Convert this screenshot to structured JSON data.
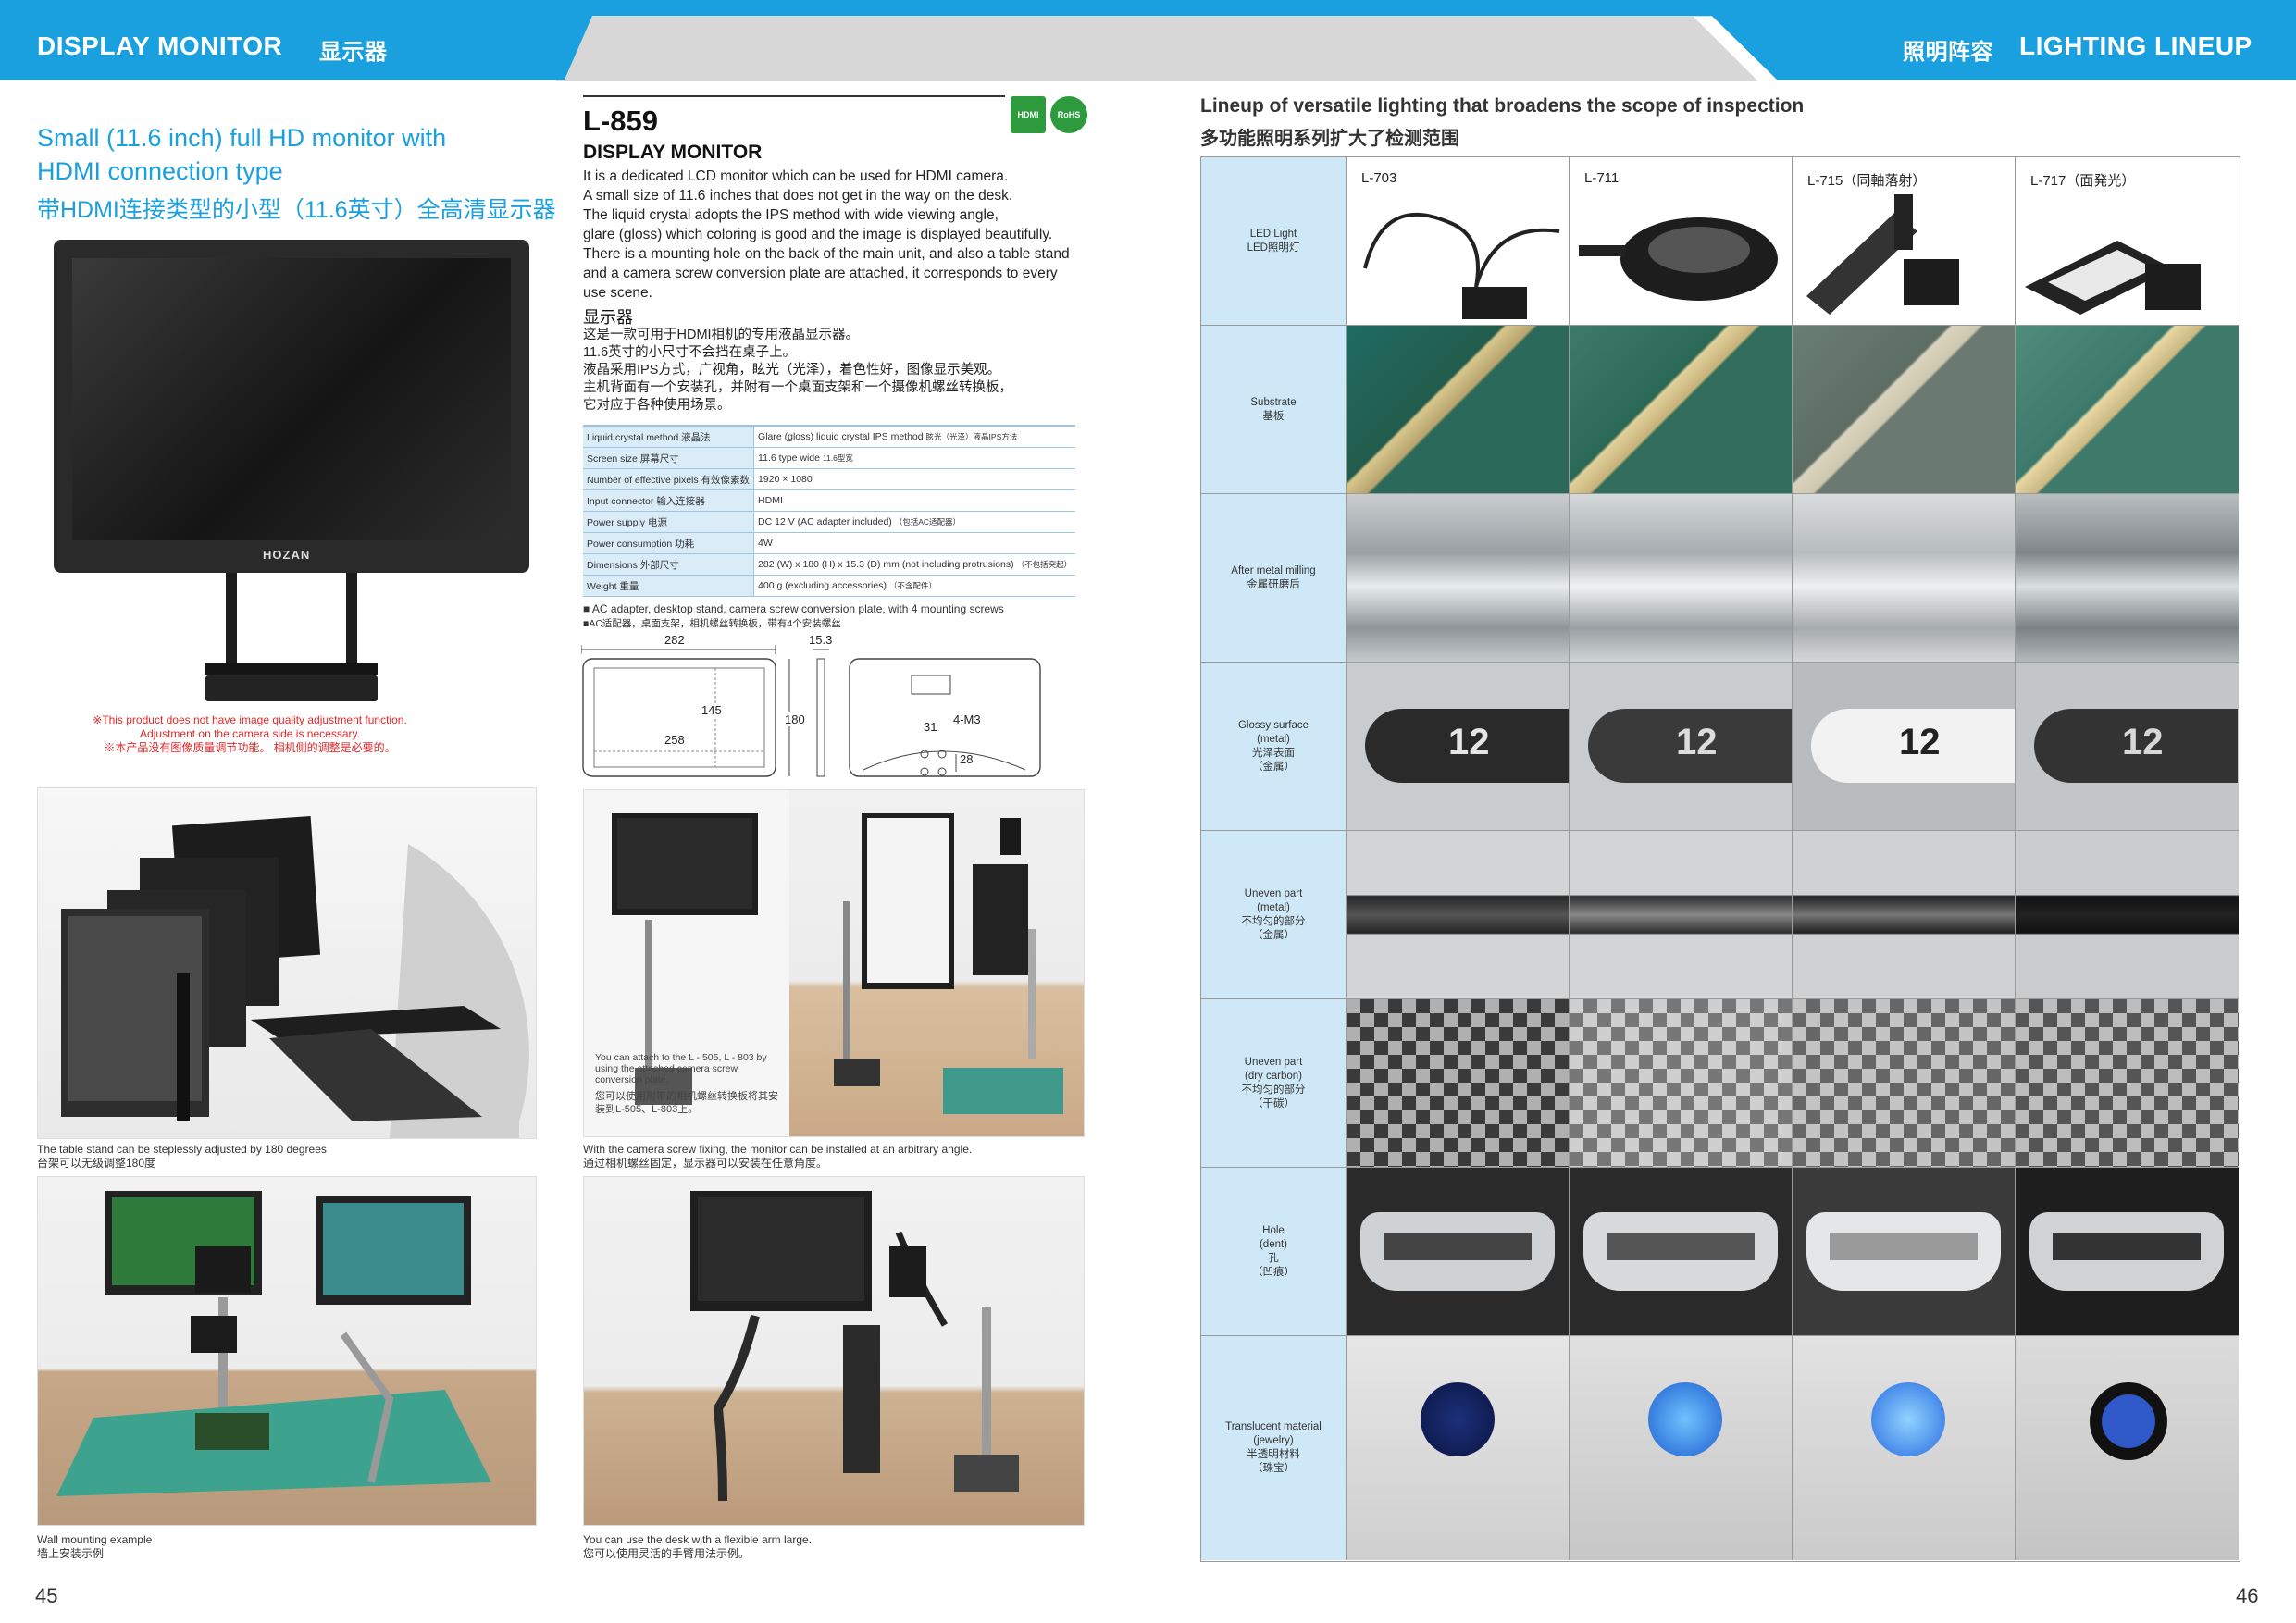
{
  "header": {
    "left_title_en": "DISPLAY MONITOR",
    "left_title_zh": "显示器",
    "right_title_zh": "照明阵容",
    "right_title_en": "LIGHTING LINEUP"
  },
  "left_page": {
    "headline_en_1": "Small (11.6 inch) full HD monitor with",
    "headline_en_2": "HDMI connection type",
    "headline_zh": "带HDMI连接类型的小型（11.6英寸）全高清显示器",
    "monitor_brand": "HOZAN",
    "note_1": "※This product does not have image quality adjustment function.",
    "note_2": "Adjustment on the camera side is necessary.",
    "note_3": "※本产品没有图像质量调节功能。 相机侧的调整是必要的。",
    "caption_stand_en": "The table stand can be steplessly adjusted by 180 degrees",
    "caption_stand_zh": "台架可以无级调整180度",
    "caption_wall_en": "Wall mounting example",
    "caption_wall_zh": "墙上安装示例",
    "page_number": "45"
  },
  "product": {
    "model": "L-859",
    "name": "DISPLAY MONITOR",
    "badges": [
      "HDMI",
      "RoHS"
    ],
    "desc_en": [
      "It is a dedicated LCD monitor which can be used for HDMI camera.",
      "A small size of 11.6 inches that does not get in the way on the desk.",
      "The liquid crystal adopts the IPS method with wide viewing angle,",
      "glare (gloss) which coloring is good and the image is displayed beautifully.",
      "There is a mounting hole on the back of the main unit, and also a table stand",
      "and a camera screw conversion plate are attached, it corresponds to every",
      "use scene."
    ],
    "name_zh": "显示器",
    "desc_zh": [
      "这是一款可用于HDMI相机的专用液晶显示器。",
      "11.6英寸的小尺寸不会挡在桌子上。",
      "液晶采用IPS方式，广视角，眩光（光泽），着色性好，图像显示美观。",
      "主机背面有一个安装孔，并附有一个桌面支架和一个摄像机螺丝转换板，",
      "它对应于各种使用场景。"
    ],
    "specs": [
      {
        "k": "Liquid crystal method",
        "kz": "液晶法",
        "v": "Glare (gloss) liquid crystal IPS method",
        "vz": "眩光（光泽）液晶IPS方法"
      },
      {
        "k": "Screen size",
        "kz": "屏幕尺寸",
        "v": "11.6 type wide",
        "vz": "11.6型宽"
      },
      {
        "k": "Number of effective pixels",
        "kz": "有效像素数",
        "v": "1920 × 1080",
        "vz": ""
      },
      {
        "k": "Input connector",
        "kz": "输入连接器",
        "v": "HDMI",
        "vz": ""
      },
      {
        "k": "Power supply",
        "kz": "电源",
        "v": "DC 12 V (AC adapter included)",
        "vz": "（包括AC适配器）"
      },
      {
        "k": "Power consumption",
        "kz": "功耗",
        "v": "4W",
        "vz": ""
      },
      {
        "k": "Dimensions",
        "kz": "外部尺寸",
        "v": "282 (W) x 180 (H) x 15.3 (D) mm (not including protrusions)",
        "vz": "（不包括突起）"
      },
      {
        "k": "Weight",
        "kz": "重量",
        "v": "400 g (excluding accessories)",
        "vz": "（不含配件）"
      }
    ],
    "accessory_en": "■ AC adapter, desktop stand, camera screw conversion plate, with 4 mounting screws",
    "accessory_zh": "■AC适配器，桌面支架，相机螺丝转换板，带有4个安装螺丝",
    "dims": {
      "w": "282",
      "d": "15.3",
      "h": "180",
      "inner_h": "145",
      "inner_w": "258",
      "hole": "31",
      "thread": "4-M3",
      "hole_v": "28"
    },
    "attach_note_en": "You can attach to the L - 505, L - 803 by using the attached camera screw conversion plate.",
    "attach_note_zh": "您可以使用附带的相机螺丝转换板将其安装到L-505、L-803上。",
    "caption_screw_en": "With the camera screw fixing, the monitor can be installed at an arbitrary angle.",
    "caption_screw_zh": "通过相机螺丝固定，显示器可以安装在任意角度。",
    "caption_arm_en": "You can use the desk with a flexible arm large.",
    "caption_arm_zh": "您可以使用灵活的手臂用法示例。"
  },
  "lineup": {
    "title_en": "Lineup of versatile lighting that broadens the scope of inspection",
    "title_zh": "多功能照明系列扩大了检测范围",
    "columns": [
      "L-703",
      "L-711",
      "L-715（同軸落射）",
      "L-717（面発光）"
    ],
    "rows": [
      {
        "en": "LED Light",
        "zh": "LED照明灯"
      },
      {
        "en": "Substrate",
        "zh": "基板"
      },
      {
        "en": "After metal milling",
        "zh": "金属研磨后"
      },
      {
        "en": "Glossy surface\n(metal)",
        "zh": "光泽表面\n（金属）"
      },
      {
        "en": "Uneven part\n(metal)",
        "zh": "不均匀的部分\n（金属）"
      },
      {
        "en": "Uneven part\n(dry carbon)",
        "zh": "不均匀的部分\n（干碳）"
      },
      {
        "en": "Hole\n(dent)",
        "zh": "孔\n（凹痕）"
      },
      {
        "en": "Translucent material\n(jewelry)",
        "zh": "半透明材料\n（珠宝）"
      }
    ],
    "glossy_number": "12",
    "page_number": "46"
  },
  "colors": {
    "accent": "#1aa0de",
    "label_bg": "#cfe8f7"
  }
}
